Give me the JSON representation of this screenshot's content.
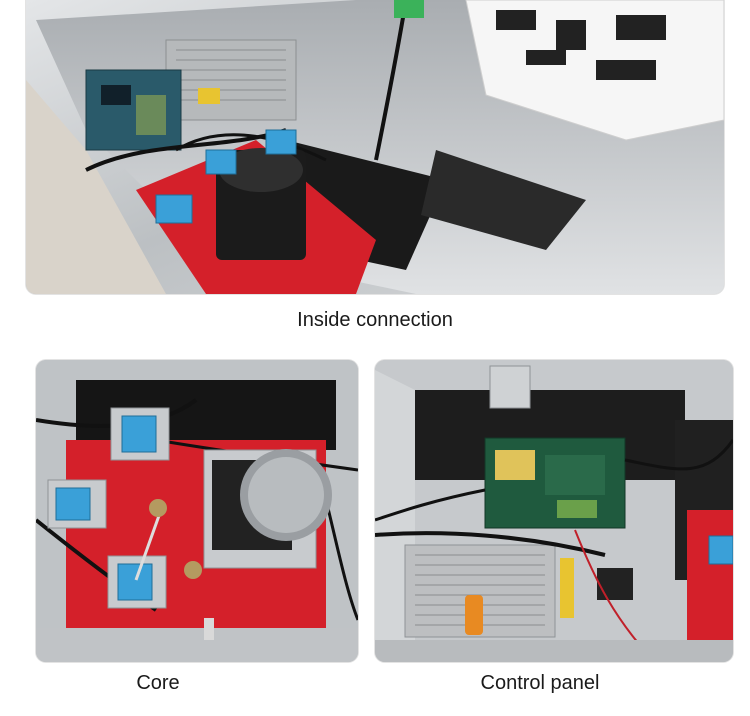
{
  "captions": {
    "top": "Inside connection",
    "core": "Core",
    "panel": "Control panel"
  },
  "colors": {
    "stainless": "#c9ccce",
    "red_plate": "#d4202a",
    "pcb_green": "#1f5a3e",
    "pcb_blue": "#2a5a8a",
    "sensor_blue": "#3aa0d8",
    "motor_black": "#1b1b1b"
  },
  "icons": {
    "photo": "photo-icon"
  }
}
